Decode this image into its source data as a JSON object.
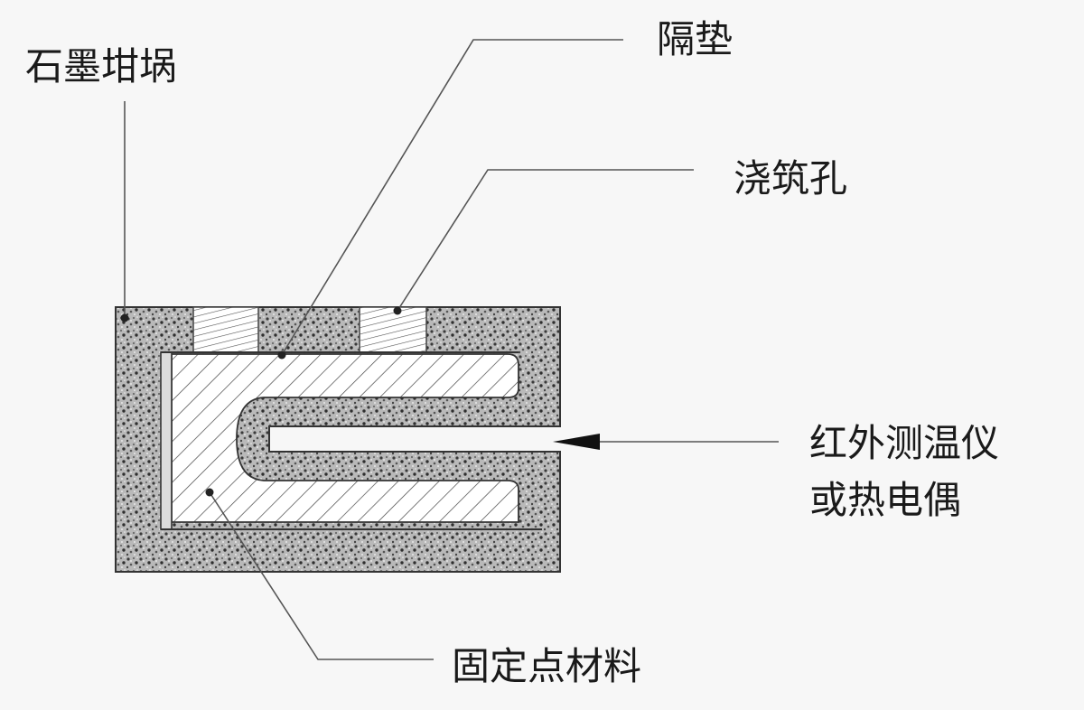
{
  "labels": {
    "crucible": "石墨坩埚",
    "spacer": "隔垫",
    "pour_hole": "浇筑孔",
    "thermometer_line1": "红外测温仪",
    "thermometer_line2": "或热电偶",
    "fixed_point_material": "固定点材料"
  }
}
